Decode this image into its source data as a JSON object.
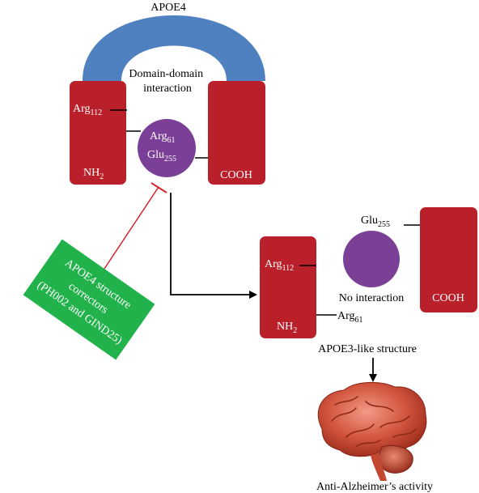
{
  "title": "APOE4",
  "interaction": {
    "line1": "Domain-domain",
    "line2": "interaction"
  },
  "apoe4": {
    "nterm": {
      "arg_base": "Arg",
      "arg_sub": "112",
      "nh2_base": "NH",
      "nh2_sub": "2"
    },
    "circle": {
      "arg_base": "Arg",
      "arg_sub": "61",
      "glu_base": "Glu",
      "glu_sub": "255"
    },
    "cterm": {
      "label": "COOH"
    }
  },
  "corrector": {
    "line1": "APOE4 structure",
    "line2": "correctors",
    "line3": "(PH002 and GIND25)"
  },
  "apoe3": {
    "glu_base": "Glu",
    "glu_sub": "255",
    "arg112_base": "Arg",
    "arg112_sub": "112",
    "nh2_base": "NH",
    "nh2_sub": "2",
    "arg61_base": "Arg",
    "arg61_sub": "61",
    "no_interaction": "No interaction",
    "cooh": "COOH",
    "structure_label": "APOE3-like structure"
  },
  "outcome": {
    "label": "Anti-Alzheimer’s activity"
  },
  "colors": {
    "domain_red": "#b9202a",
    "arch_blue": "#4f80bf",
    "circle_purple": "#7b3f98",
    "corrector_green": "#22b24c",
    "inhibit_red": "#d6262d"
  }
}
